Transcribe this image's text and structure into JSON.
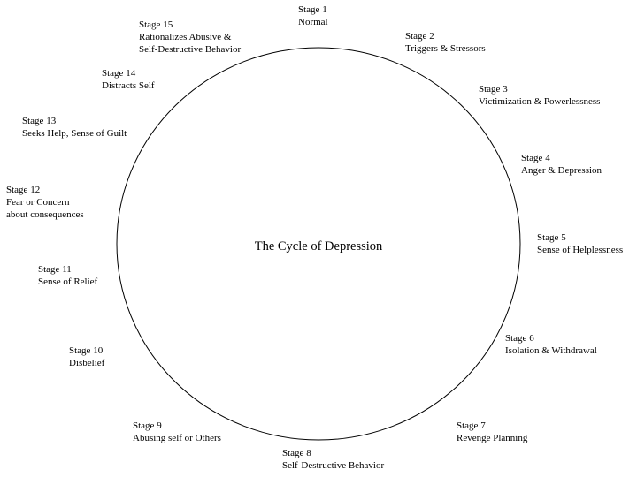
{
  "diagram": {
    "title": "The Cycle of Depression",
    "stages": [
      {
        "label": "Stage 1",
        "lines": [
          "Normal"
        ]
      },
      {
        "label": "Stage 2",
        "lines": [
          "Triggers & Stressors"
        ]
      },
      {
        "label": "Stage 3",
        "lines": [
          "Victimization & Powerlessness"
        ]
      },
      {
        "label": "Stage 4",
        "lines": [
          "Anger & Depression"
        ]
      },
      {
        "label": "Stage 5",
        "lines": [
          "Sense of Helplessness"
        ]
      },
      {
        "label": "Stage 6",
        "lines": [
          "Isolation & Withdrawal"
        ]
      },
      {
        "label": "Stage 7",
        "lines": [
          "Revenge Planning"
        ]
      },
      {
        "label": "Stage 8",
        "lines": [
          "Self-Destructive Behavior"
        ]
      },
      {
        "label": "Stage 9",
        "lines": [
          "Abusing self or Others"
        ]
      },
      {
        "label": "Stage 10",
        "lines": [
          "Disbelief"
        ]
      },
      {
        "label": "Stage 11",
        "lines": [
          "Sense of Relief"
        ]
      },
      {
        "label": "Stage 12",
        "lines": [
          "Fear or Concern",
          "about consequences"
        ]
      },
      {
        "label": "Stage 13",
        "lines": [
          "Seeks Help, Sense of Guilt"
        ]
      },
      {
        "label": "Stage 14",
        "lines": [
          "Distracts Self"
        ]
      },
      {
        "label": "Stage 15",
        "lines": [
          "Rationalizes Abusive &",
          "Self-Destructive Behavior"
        ]
      }
    ]
  }
}
